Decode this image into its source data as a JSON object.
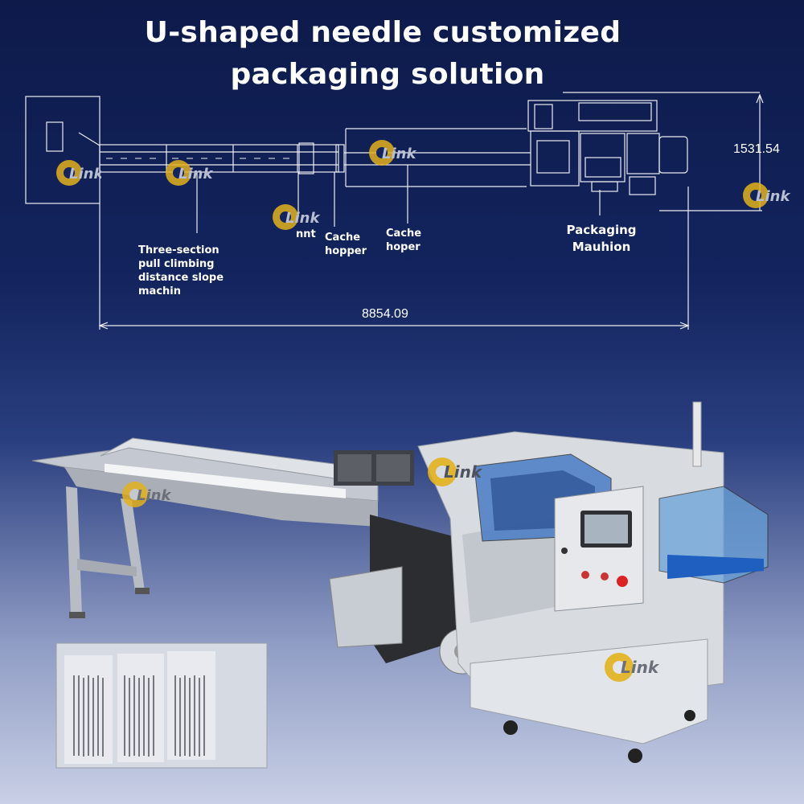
{
  "title": {
    "line1": "U-shaped needle customized",
    "line2": "packaging solution"
  },
  "drawing": {
    "labels": {
      "pull_slope": "Three-section pull climbing distance slope machin",
      "cache_hopper_1": "Cache hopper",
      "cache_hopper_2": "Cache hoper",
      "packaging_machine": "Packaging Mauhion",
      "unit_fragment": "nnt"
    },
    "dimensions": {
      "height": "1531.54",
      "length": "8854.09"
    }
  },
  "watermark": {
    "brand": "Link",
    "icon": "gear-logo-icon",
    "color": "#e3b11b"
  },
  "photo": {
    "machine": "flow-wrap-packaging-machine",
    "sample": "packaged-u-shaped-needles"
  }
}
